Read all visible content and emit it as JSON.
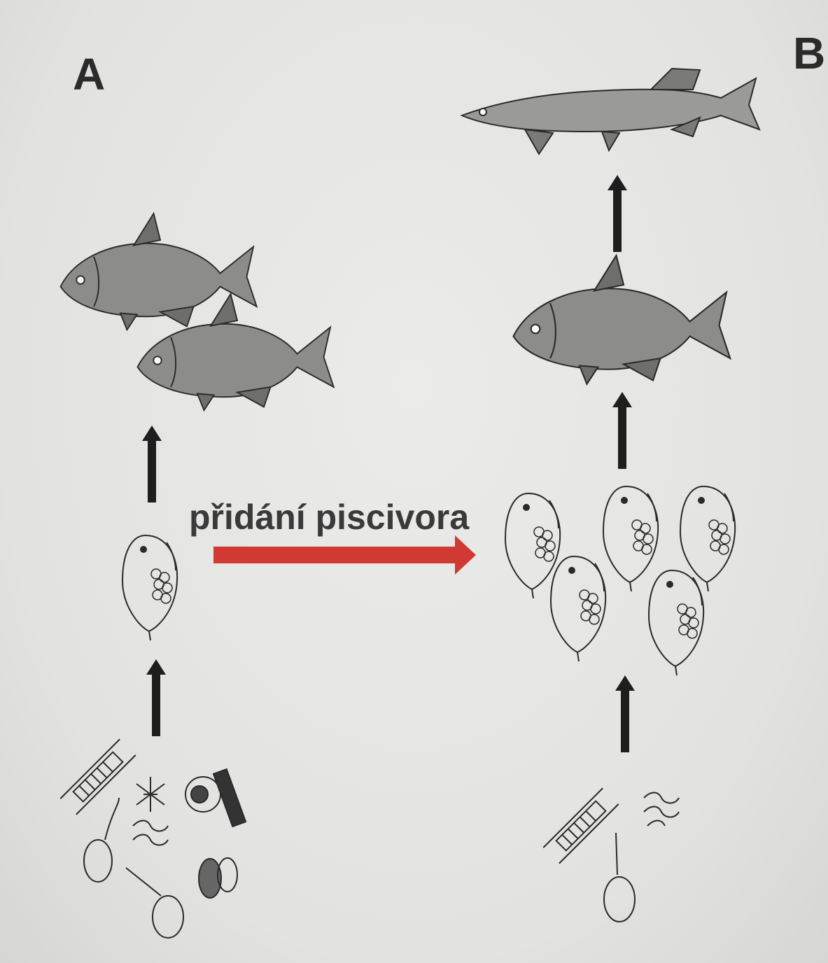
{
  "panel_a": {
    "label": "A"
  },
  "panel_b": {
    "label": "B"
  },
  "transition": {
    "label": "přidání piscivora",
    "arrow_color": "#d03a32"
  },
  "colors": {
    "arrow": "#1e1e1e",
    "ink": "#2a2a2a",
    "fish_fill": "#8c8c8a",
    "pike_fill": "#9a9a96",
    "background": "#e4e4e2"
  },
  "food_chain_a": [
    "plankton-algae",
    "zooplankton",
    "planktivorous-fish"
  ],
  "food_chain_b": [
    "plankton-algae",
    "zooplankton",
    "planktivorous-fish",
    "piscivorous-fish"
  ]
}
